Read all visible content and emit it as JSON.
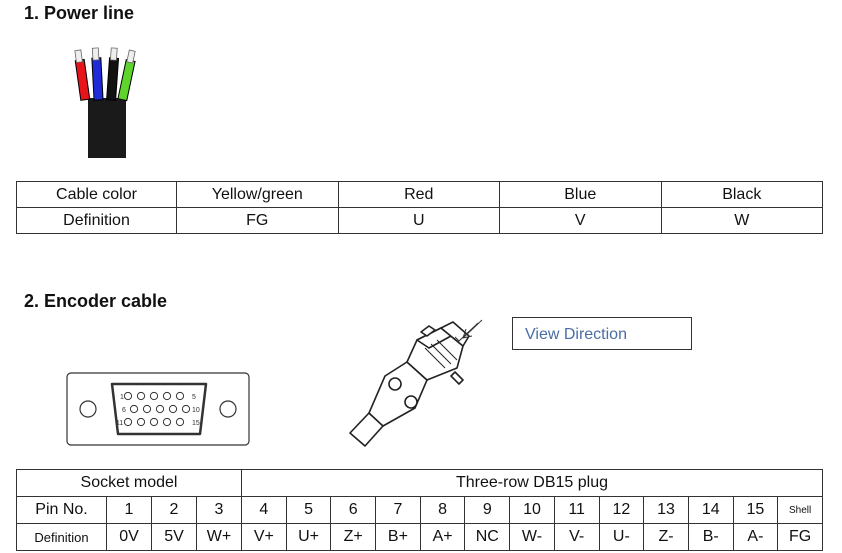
{
  "sections": {
    "power": {
      "heading": "1. Power line"
    },
    "encoder": {
      "heading": "2. Encoder cable"
    }
  },
  "power_table": {
    "header": [
      "Cable color",
      "Yellow/green",
      "Red",
      "Blue",
      "Black"
    ],
    "row": [
      "Definition",
      "FG",
      "U",
      "V",
      "W"
    ]
  },
  "encoder_figure": {
    "view_direction_label": "View Direction",
    "socket_pin_numbers": {
      "top_left": "1",
      "mid_left": "6",
      "bottom_left": "11",
      "right_top": "5",
      "right_mid": "10",
      "right_bot": "15"
    }
  },
  "encoder_table": {
    "socket_model_label": "Socket model",
    "plug_type": "Three-row DB15 plug",
    "pin_label": "Pin No.",
    "pins": [
      "1",
      "2",
      "3",
      "4",
      "5",
      "6",
      "7",
      "8",
      "9",
      "10",
      "11",
      "12",
      "13",
      "14",
      "15",
      "Shell"
    ],
    "definition_label": "Definition",
    "definitions": [
      "0V",
      "5V",
      "W+",
      "V+",
      "U+",
      "Z+",
      "B+",
      "A+",
      "NC",
      "W-",
      "V-",
      "U-",
      "Z-",
      "B-",
      "A-",
      "FG"
    ]
  },
  "colors": {
    "wire_red": "#e8141b",
    "wire_blue": "#1e2bd6",
    "wire_black": "#111111",
    "wire_green": "#5fd42a",
    "view_text": "#4a6da3"
  }
}
